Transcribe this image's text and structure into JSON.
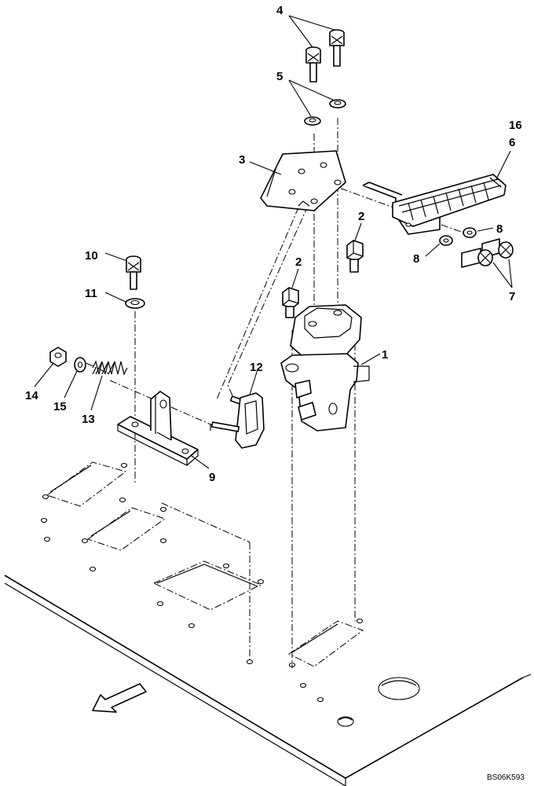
{
  "figure": {
    "code": "BS06K593",
    "callouts": [
      {
        "id": "c4",
        "label": "4"
      },
      {
        "id": "c5",
        "label": "5"
      },
      {
        "id": "c3",
        "label": "3"
      },
      {
        "id": "c16",
        "label": "16"
      },
      {
        "id": "c6",
        "label": "6"
      },
      {
        "id": "c2a",
        "label": "2"
      },
      {
        "id": "c8a",
        "label": "8"
      },
      {
        "id": "c8b",
        "label": "8"
      },
      {
        "id": "c7",
        "label": "7"
      },
      {
        "id": "c10",
        "label": "10"
      },
      {
        "id": "c2b",
        "label": "2"
      },
      {
        "id": "c11",
        "label": "11"
      },
      {
        "id": "c1",
        "label": "1"
      },
      {
        "id": "c12",
        "label": "12"
      },
      {
        "id": "c14",
        "label": "14"
      },
      {
        "id": "c15",
        "label": "15"
      },
      {
        "id": "c13",
        "label": "13"
      },
      {
        "id": "c9",
        "label": "9"
      }
    ]
  }
}
